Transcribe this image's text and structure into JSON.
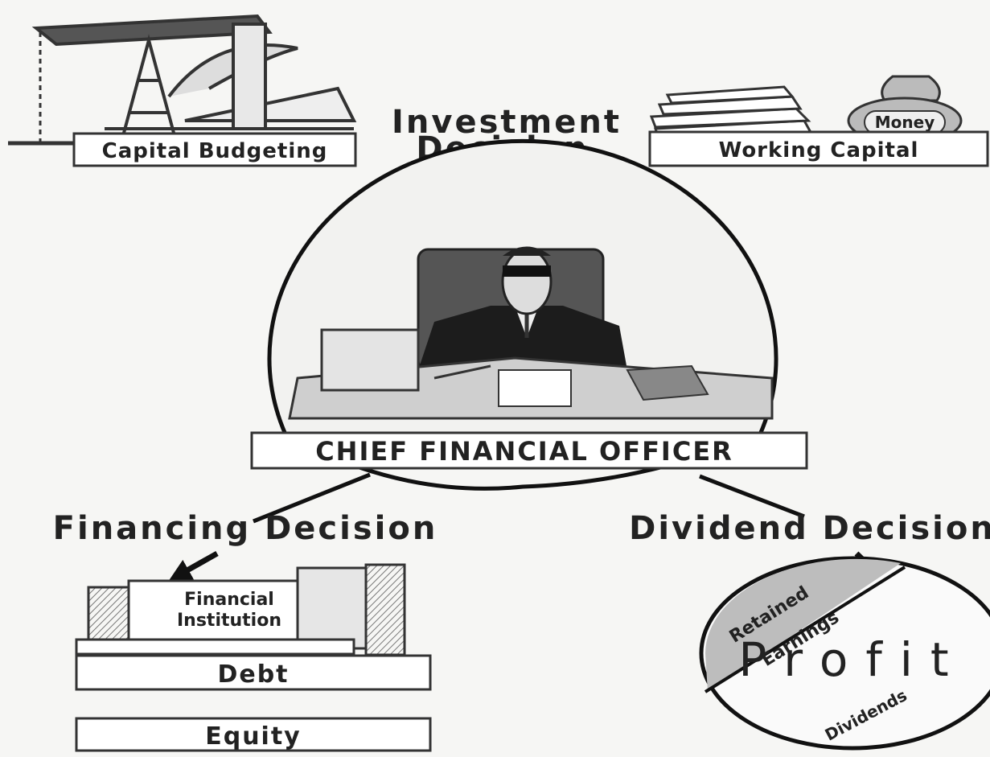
{
  "diagram": {
    "top": {
      "investment_line1": "Investment",
      "investment_line2": "Decision",
      "capital_budgeting": "Capital Budgeting",
      "working_capital": "Working Capital",
      "money": "Money"
    },
    "center": {
      "cfo": "CHIEF FINANCIAL OFFICER"
    },
    "bottom_left": {
      "financing": "Financing Decision",
      "fin_inst_line1": "Financial",
      "fin_inst_line2": "Institution",
      "debt": "Debt",
      "equity": "Equity"
    },
    "bottom_right": {
      "dividend": "Dividend Decision",
      "retained_line1": "Retained",
      "retained_line2": "Earnings",
      "profit": "Profit",
      "dividends": "Dividends"
    }
  }
}
